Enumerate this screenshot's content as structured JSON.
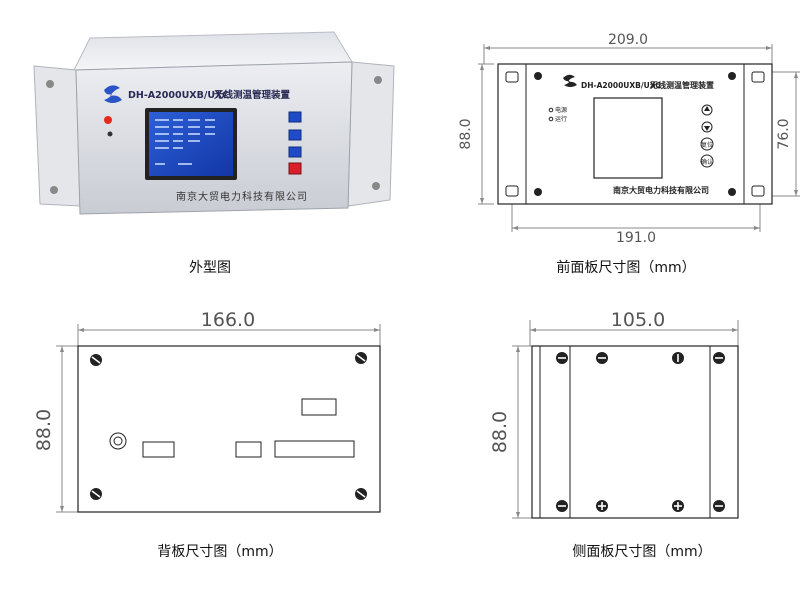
{
  "photo": {
    "model": "DH-A2000UXB/UXC",
    "device_name": "无线测温管理装置",
    "company": "南京大贸电力科技有限公司"
  },
  "front_panel": {
    "model": "DH-A2000UXB/UXC",
    "device_name": "无线测温管理装置",
    "led_power": "电源",
    "led_run": "运行",
    "btn_reset": "复位",
    "btn_confirm": "确认",
    "company": "南京大贸电力科技有限公司"
  },
  "dimensions": {
    "front_width": "209.0",
    "front_inner_width": "191.0",
    "front_height": "88.0",
    "front_inner_height": "76.0",
    "back_width": "166.0",
    "back_height": "88.0",
    "side_width": "105.0",
    "side_height": "88.0"
  },
  "captions": {
    "photo": "外型图",
    "front": "前面板尺寸图（mm）",
    "back": "背板尺寸图（mm）",
    "side": "侧面板尺寸图（mm）"
  }
}
